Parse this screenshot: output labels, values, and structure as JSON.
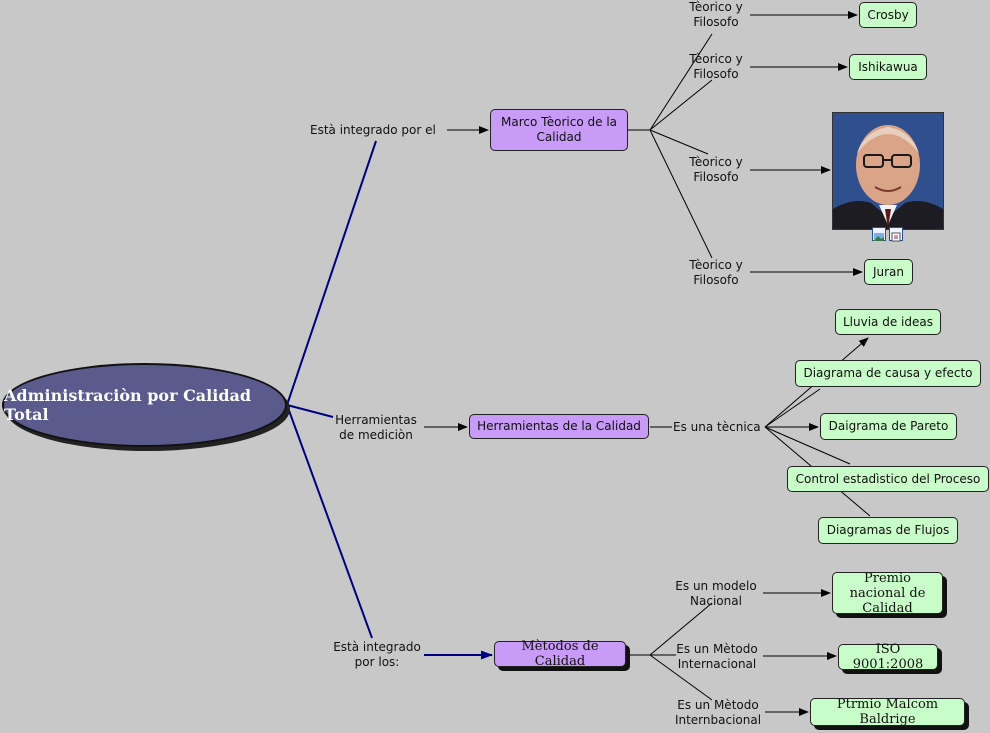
{
  "root": {
    "label": "Administraciòn por Calidad Total"
  },
  "branches": {
    "marco": {
      "link": "Està integrado por el",
      "node": "Marco Tèorico de la Calidad",
      "children": [
        {
          "link": "Tèorico y Filosofo",
          "node": "Crosby"
        },
        {
          "link": "Tèorico y Filosofo",
          "node": "Ishikawua"
        },
        {
          "link": "Tèorico y Filosofo",
          "node": ""
        },
        {
          "link": "Tèorico y Filosofo",
          "node": "Juran"
        }
      ]
    },
    "herramientas": {
      "link": "Herramientas de mediciòn",
      "node": "Herramientas de la Calidad",
      "sublink": "Es una tècnica",
      "children": [
        "Lluvia de ideas",
        "Diagrama de causa y efecto",
        "Daigrama de Pareto",
        "Control estadìstico del Proceso",
        "Diagramas de Flujos"
      ]
    },
    "metodos": {
      "link": "Està integrado por los:",
      "node": "Mètodos de Calidad",
      "children": [
        {
          "link": "Es un modelo Nacional",
          "node": "Premio nacional de Calidad"
        },
        {
          "link": "Es un Mètodo Internacional",
          "node": "ISO 9001:2008"
        },
        {
          "link": "Es un Mètodo Internbacional",
          "node": "Ptrmio Malcom Baldrige"
        }
      ]
    }
  },
  "colors": {
    "background": "#c8c8c8",
    "root": "#5a5a8c",
    "concept": "#c89bf7",
    "leaf": "#c8fcc8",
    "main_link": "#000080"
  },
  "icons": [
    "portrait-image",
    "image-icon",
    "info-icon"
  ]
}
